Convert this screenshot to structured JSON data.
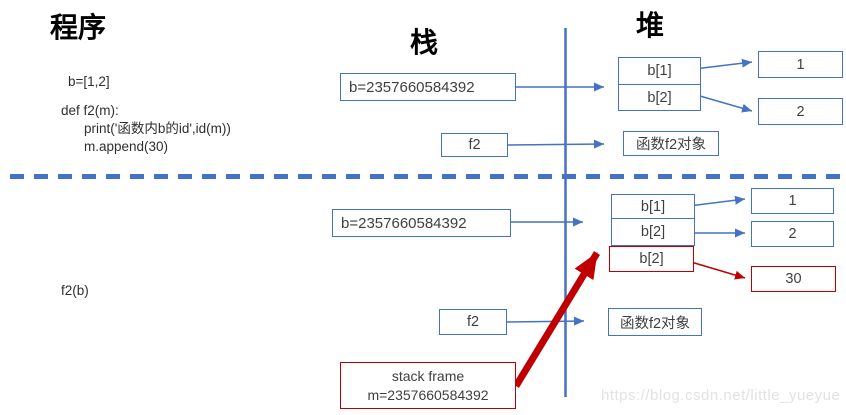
{
  "colors": {
    "accent_blue": "#4472C4",
    "accent_red": "#C00000",
    "text": "#2f2f2f",
    "watermark_gray": "#E2E2E2"
  },
  "headings": {
    "program": "程序",
    "stack": "栈",
    "heap": "堆"
  },
  "code": {
    "line1": "b=[1,2]",
    "line2": "def f2(m):",
    "line3": "print('函数内b的id',id(m))",
    "line4": "m.append(30)",
    "call_label": "f2(b)"
  },
  "before": {
    "var_box": "b=2357660584392",
    "f2_box": "f2",
    "cells": [
      "b[1]",
      "b[2]"
    ],
    "values": [
      "1",
      "2"
    ],
    "f2_object": "函数f2对象"
  },
  "after": {
    "var_box": "b=2357660584392",
    "f2_box": "f2",
    "cells": [
      "b[1]",
      "b[2]",
      "b[2]"
    ],
    "values": [
      "1",
      "2",
      "30"
    ],
    "f2_object": "函数f2对象",
    "stack_frame": {
      "line1": "stack frame",
      "line2": "m=2357660584392"
    }
  },
  "watermark": "https://blog.csdn.net/little_yueyue"
}
